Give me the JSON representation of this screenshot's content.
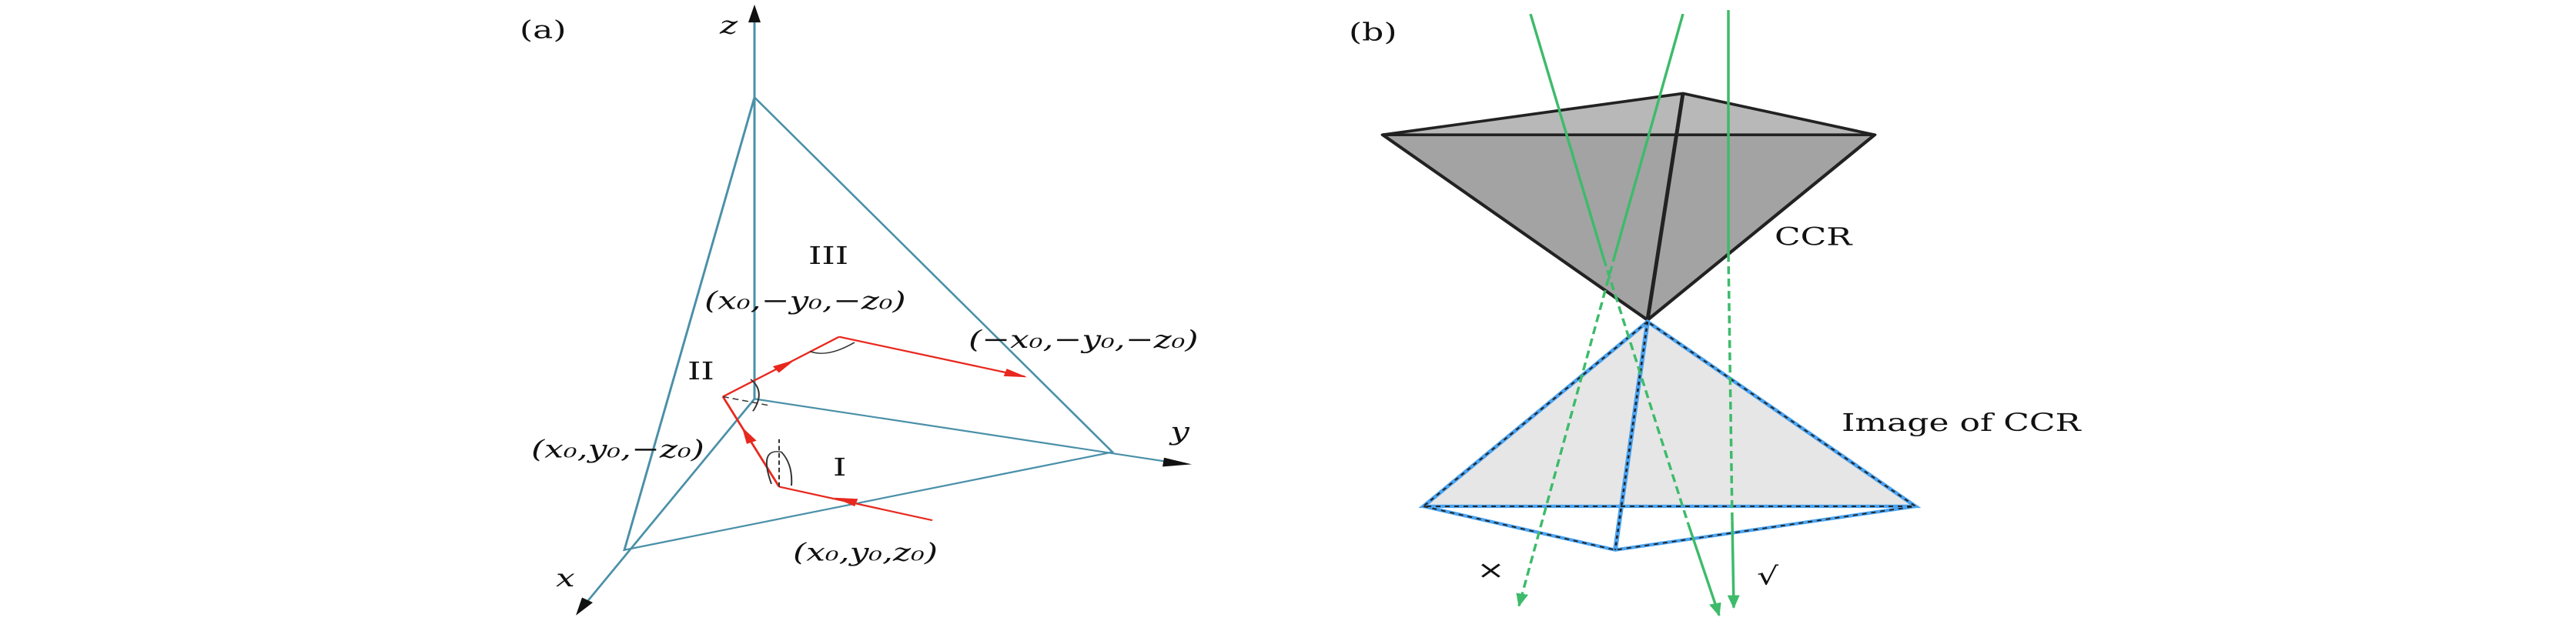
{
  "panel_a": {
    "label": "(a)",
    "axes": {
      "x": "x",
      "y": "y",
      "z": "z"
    },
    "reflections": {
      "I": "I",
      "II": "II",
      "III": "III"
    },
    "points": {
      "p1": "(x₀,y₀,z₀)",
      "p2": "(x₀,y₀,−z₀)",
      "p3": "(x₀,−y₀,−z₀)",
      "p4": "(−x₀,−y₀,−z₀)"
    },
    "colors": {
      "axes": "#4a90a8",
      "ray": "#e8281e"
    }
  },
  "panel_b": {
    "label": "(b)",
    "ccr_label": "CCR",
    "image_label": "Image of CCR",
    "wrong_mark": "×",
    "right_mark": "√",
    "colors": {
      "ray": "#3dbb6a",
      "image_edge": "#4aa3f0",
      "ccr_fill": "#a3a3a3",
      "image_fill": "#e6e6e6"
    }
  }
}
